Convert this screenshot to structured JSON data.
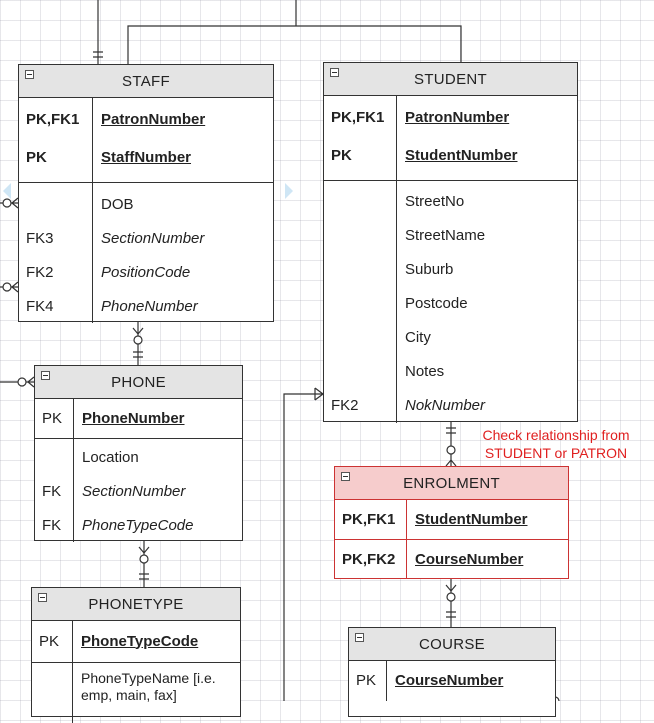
{
  "entities": {
    "staff": {
      "title": "STAFF",
      "pk_rows": [
        {
          "key": "PK,FK1",
          "name": "PatronNumber"
        },
        {
          "key": "PK",
          "name": "StaffNumber"
        }
      ],
      "attr_rows": [
        {
          "key": "",
          "name": "DOB"
        },
        {
          "key": "FK3",
          "name": "SectionNumber"
        },
        {
          "key": "FK2",
          "name": "PositionCode"
        },
        {
          "key": "FK4",
          "name": "PhoneNumber"
        }
      ]
    },
    "student": {
      "title": "STUDENT",
      "pk_rows": [
        {
          "key": "PK,FK1",
          "name": "PatronNumber"
        },
        {
          "key": "PK",
          "name": "StudentNumber"
        }
      ],
      "attr_rows": [
        {
          "key": "",
          "name": "StreetNo"
        },
        {
          "key": "",
          "name": "StreetName"
        },
        {
          "key": "",
          "name": "Suburb"
        },
        {
          "key": "",
          "name": "Postcode"
        },
        {
          "key": "",
          "name": "City"
        },
        {
          "key": "",
          "name": "Notes"
        },
        {
          "key": "FK2",
          "name": "NokNumber"
        }
      ]
    },
    "phone": {
      "title": "PHONE",
      "pk_rows": [
        {
          "key": "PK",
          "name": "PhoneNumber"
        }
      ],
      "attr_rows": [
        {
          "key": "",
          "name": "Location"
        },
        {
          "key": "FK",
          "name": "SectionNumber"
        },
        {
          "key": "FK",
          "name": "PhoneTypeCode"
        }
      ]
    },
    "enrolment": {
      "title": "ENROLMENT",
      "pk_rows": [
        {
          "key": "PK,FK1",
          "name": "StudentNumber"
        }
      ],
      "pk2_rows": [
        {
          "key": "PK,FK2",
          "name": "CourseNumber"
        }
      ]
    },
    "phonetype": {
      "title": "PHONETYPE",
      "pk_rows": [
        {
          "key": "PK",
          "name": "PhoneTypeCode"
        }
      ],
      "attr_rows": [
        {
          "key": "",
          "name": "PhoneTypeName [i.e. emp, main, fax]"
        }
      ]
    },
    "course": {
      "title": "COURSE",
      "pk_rows": [
        {
          "key": "PK",
          "name": "CourseNumber"
        }
      ]
    }
  },
  "note": "Check relationship from STUDENT or PATRON",
  "colors": {
    "header": "#e4e4e4",
    "highlight_header": "#f6cccc",
    "highlight_border": "#cc3333",
    "note_text": "#e02020",
    "line": "#333333"
  }
}
